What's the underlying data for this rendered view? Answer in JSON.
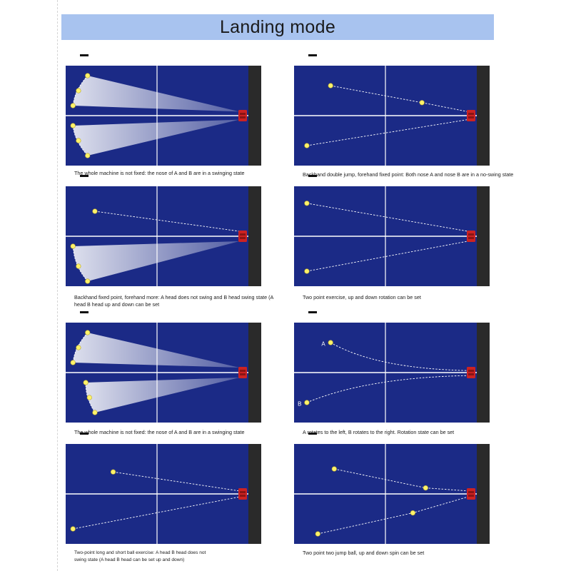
{
  "page": {
    "title": "Landing mode"
  },
  "colors": {
    "table": "#1b2a86",
    "net": "#2a2a2a",
    "line": "#ffffff",
    "machine": "#cc2222",
    "ball": "#fff26a"
  },
  "diagrams": [
    {
      "caption": "The whole machine is not fixed: the nose of A and B are in a swinging state",
      "fans": [
        {
          "arc": [
            [
              0.12,
              0.1
            ],
            [
              0.07,
              0.25
            ],
            [
              0.04,
              0.4
            ]
          ],
          "apex": [
            0.95,
            0.46
          ]
        },
        {
          "arc": [
            [
              0.04,
              0.6
            ],
            [
              0.07,
              0.75
            ],
            [
              0.12,
              0.9
            ]
          ],
          "apex": [
            0.95,
            0.54
          ]
        }
      ],
      "balls": [
        [
          0.12,
          0.1
        ],
        [
          0.07,
          0.25
        ],
        [
          0.04,
          0.4
        ],
        [
          0.04,
          0.6
        ],
        [
          0.07,
          0.75
        ],
        [
          0.12,
          0.9
        ]
      ],
      "paths": [],
      "labels": []
    },
    {
      "caption": "Backhand double jump, forehand fixed point: Both nose A and nose B are in a no-swing state",
      "fans": [],
      "balls": [
        [
          0.2,
          0.2
        ],
        [
          0.7,
          0.37
        ],
        [
          0.07,
          0.8
        ]
      ],
      "paths": [
        {
          "pts": [
            [
              0.2,
              0.2
            ],
            [
              0.7,
              0.37
            ],
            [
              0.95,
              0.46
            ]
          ],
          "curve": false
        },
        {
          "pts": [
            [
              0.07,
              0.8
            ],
            [
              0.95,
              0.54
            ]
          ],
          "curve": false
        }
      ],
      "labels": []
    },
    {
      "caption": "Backhand fixed point, forehand more: A head does not swing and B head swing state (A head B head up and down can be set",
      "fans": [
        {
          "arc": [
            [
              0.04,
              0.6
            ],
            [
              0.07,
              0.8
            ],
            [
              0.12,
              0.95
            ]
          ],
          "apex": [
            0.95,
            0.55
          ]
        }
      ],
      "balls": [
        [
          0.16,
          0.25
        ],
        [
          0.04,
          0.6
        ],
        [
          0.07,
          0.8
        ],
        [
          0.12,
          0.95
        ]
      ],
      "paths": [
        {
          "pts": [
            [
              0.16,
              0.25
            ],
            [
              0.95,
              0.45
            ]
          ],
          "curve": false
        }
      ],
      "labels": []
    },
    {
      "caption": "Two point exercise, up and down rotation can be set",
      "fans": [],
      "balls": [
        [
          0.07,
          0.17
        ],
        [
          0.07,
          0.85
        ]
      ],
      "paths": [
        {
          "pts": [
            [
              0.07,
              0.17
            ],
            [
              0.95,
              0.45
            ]
          ],
          "curve": false
        },
        {
          "pts": [
            [
              0.07,
              0.85
            ],
            [
              0.95,
              0.55
            ]
          ],
          "curve": false
        }
      ],
      "labels": []
    },
    {
      "caption": "The whole machine is not fixed: the nose of A and B are in a swinging state",
      "fans": [
        {
          "arc": [
            [
              0.12,
              0.1
            ],
            [
              0.07,
              0.25
            ],
            [
              0.04,
              0.4
            ]
          ],
          "apex": [
            0.95,
            0.45
          ]
        },
        {
          "arc": [
            [
              0.11,
              0.6
            ],
            [
              0.13,
              0.75
            ],
            [
              0.16,
              0.9
            ]
          ],
          "apex": [
            0.95,
            0.55
          ]
        }
      ],
      "balls": [
        [
          0.12,
          0.1
        ],
        [
          0.07,
          0.25
        ],
        [
          0.04,
          0.4
        ],
        [
          0.11,
          0.6
        ],
        [
          0.13,
          0.75
        ],
        [
          0.16,
          0.9
        ]
      ],
      "paths": [],
      "labels": []
    },
    {
      "caption": "A rotates to the left, B rotates to the right. Rotation state can be set",
      "fans": [],
      "balls": [
        [
          0.2,
          0.2
        ],
        [
          0.07,
          0.8
        ]
      ],
      "paths": [
        {
          "pts": [
            [
              0.2,
              0.2
            ],
            [
              0.45,
              0.46
            ],
            [
              0.95,
              0.48
            ]
          ],
          "curve": true
        },
        {
          "pts": [
            [
              0.07,
              0.8
            ],
            [
              0.4,
              0.55
            ],
            [
              0.95,
              0.53
            ]
          ],
          "curve": true
        }
      ],
      "labels": [
        {
          "text": "A",
          "at": [
            0.15,
            0.21
          ]
        },
        {
          "text": "B",
          "at": [
            0.02,
            0.81
          ]
        }
      ]
    },
    {
      "caption": "Two-point long and short ball exercise: A head B head does not swing state (A head B head can be set up and down)",
      "fans": [],
      "balls": [
        [
          0.26,
          0.28
        ],
        [
          0.04,
          0.85
        ]
      ],
      "paths": [
        {
          "pts": [
            [
              0.26,
              0.28
            ],
            [
              0.95,
              0.47
            ]
          ],
          "curve": false
        },
        {
          "pts": [
            [
              0.04,
              0.85
            ],
            [
              0.95,
              0.53
            ]
          ],
          "curve": false
        }
      ],
      "labels": []
    },
    {
      "caption": "Two point two jump ball, up and down spin can be set",
      "fans": [],
      "balls": [
        [
          0.22,
          0.25
        ],
        [
          0.72,
          0.44
        ],
        [
          0.65,
          0.69
        ],
        [
          0.13,
          0.9
        ]
      ],
      "paths": [
        {
          "pts": [
            [
              0.22,
              0.25
            ],
            [
              0.72,
              0.44
            ],
            [
              0.95,
              0.47
            ]
          ],
          "curve": false
        },
        {
          "pts": [
            [
              0.13,
              0.9
            ],
            [
              0.65,
              0.69
            ],
            [
              0.95,
              0.53
            ]
          ],
          "curve": false
        }
      ],
      "labels": []
    }
  ]
}
